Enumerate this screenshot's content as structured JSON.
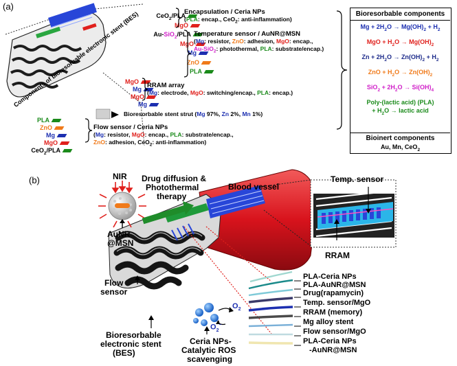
{
  "panel_a": {
    "tag": "(a)",
    "bes_caption": "Components of bioresorbable electronic stent (BES)",
    "stack_top": [
      {
        "parts": [
          {
            "t": "CeO",
            "c": "blk"
          },
          {
            "t": "2",
            "c": "blk",
            "sub": true
          },
          {
            "t": "/PLA",
            "c": "blk"
          }
        ],
        "chip": "#1a8a1a"
      },
      {
        "parts": [
          {
            "t": "MgO",
            "c": "red"
          }
        ],
        "chip": "#e0201c"
      },
      {
        "parts": [
          {
            "t": "Au-",
            "c": "blk"
          },
          {
            "t": "SiO",
            "c": "mag"
          },
          {
            "t": "2",
            "c": "mag",
            "sub": true
          },
          {
            "t": "/PLA",
            "c": "blk"
          }
        ],
        "chip": "#1a8a1a"
      },
      {
        "parts": [
          {
            "t": "MgO",
            "c": "red"
          }
        ],
        "chip": "#e0201c"
      },
      {
        "parts": [
          {
            "t": "Mg",
            "c": "blu"
          }
        ],
        "chip": "#1c2fb0"
      },
      {
        "parts": [
          {
            "t": "ZnO",
            "c": "org"
          }
        ],
        "chip": "#f07a1a"
      },
      {
        "parts": [
          {
            "t": "PLA",
            "c": "grn"
          }
        ],
        "chip": "#1a8a1a"
      }
    ],
    "stack_mid": [
      {
        "parts": [
          {
            "t": "MgO",
            "c": "red"
          }
        ],
        "chip": "#e0201c"
      },
      {
        "parts": [
          {
            "t": "Mg",
            "c": "blu"
          }
        ],
        "chip": "#1c2fb0"
      },
      {
        "parts": [
          {
            "t": "MgO",
            "c": "red"
          }
        ],
        "chip": "#e0201c"
      },
      {
        "parts": [
          {
            "t": "Mg",
            "c": "blu"
          }
        ],
        "chip": "#1c2fb0"
      }
    ],
    "stack_bottom": [
      {
        "parts": [
          {
            "t": "PLA",
            "c": "grn"
          }
        ],
        "chip": "#1a8a1a"
      },
      {
        "parts": [
          {
            "t": "ZnO",
            "c": "org"
          }
        ],
        "chip": "#f07a1a"
      },
      {
        "parts": [
          {
            "t": "Mg",
            "c": "blu"
          }
        ],
        "chip": "#1c2fb0"
      },
      {
        "parts": [
          {
            "t": "MgO",
            "c": "red"
          }
        ],
        "chip": "#e0201c"
      },
      {
        "parts": [
          {
            "t": "CeO",
            "c": "blk"
          },
          {
            "t": "2",
            "c": "blk",
            "sub": true
          },
          {
            "t": "/PLA",
            "c": "blk"
          }
        ],
        "chip": "#1a8a1a"
      }
    ],
    "groups": [
      {
        "title": "Encapsulation / Ceria NPs",
        "desc": [
          [
            {
              "t": "(",
              "c": "blk"
            },
            {
              "t": "PLA",
              "c": "grn"
            },
            {
              "t": ": encap., CeO",
              "c": "blk"
            },
            {
              "t": "2",
              "c": "blk",
              "sub": true
            },
            {
              "t": ": anti-inflammation)",
              "c": "blk"
            }
          ]
        ]
      },
      {
        "title": "Temperature sensor / AuNR@MSN",
        "desc": [
          [
            {
              "t": "(",
              "c": "blk"
            },
            {
              "t": "Mg",
              "c": "blu"
            },
            {
              "t": ": resistor, ",
              "c": "blk"
            },
            {
              "t": "ZnO",
              "c": "org"
            },
            {
              "t": ": adhesion, ",
              "c": "blk"
            },
            {
              "t": "MgO",
              "c": "red"
            },
            {
              "t": ": encap.,",
              "c": "blk"
            }
          ],
          [
            {
              "t": "Au-SiO",
              "c": "mag"
            },
            {
              "t": "2",
              "c": "mag",
              "sub": true
            },
            {
              "t": ": photothermal, ",
              "c": "blk"
            },
            {
              "t": "PLA",
              "c": "grn"
            },
            {
              "t": ": substrate/encap.)",
              "c": "blk"
            }
          ]
        ]
      },
      {
        "title": "RRAM array",
        "desc": [
          [
            {
              "t": "(",
              "c": "blk"
            },
            {
              "t": "Mg",
              "c": "blu"
            },
            {
              "t": ": electrode, ",
              "c": "blk"
            },
            {
              "t": "MgO",
              "c": "red"
            },
            {
              "t": ": switching/encap., ",
              "c": "blk"
            },
            {
              "t": "PLA",
              "c": "grn"
            },
            {
              "t": ": encap.)",
              "c": "blk"
            }
          ]
        ]
      },
      {
        "title": "Bioresorbable stent strut",
        "desc": [
          [
            {
              "t": "Bioresorbable stent strut (",
              "c": "blk"
            },
            {
              "t": "Mg",
              "c": "blu"
            },
            {
              "t": " 97%, ",
              "c": "blk"
            },
            {
              "t": "Zn",
              "c": "blu"
            },
            {
              "t": " 2%, ",
              "c": "blk"
            },
            {
              "t": "Mn",
              "c": "blu"
            },
            {
              "t": " 1%)",
              "c": "blk"
            }
          ]
        ]
      },
      {
        "title": "Flow sensor / Ceria NPs",
        "desc": [
          [
            {
              "t": "(",
              "c": "blk"
            },
            {
              "t": "Mg",
              "c": "blu"
            },
            {
              "t": ": resistor, ",
              "c": "blk"
            },
            {
              "t": "MgO",
              "c": "red"
            },
            {
              "t": ": encap., ",
              "c": "blk"
            },
            {
              "t": "PLA",
              "c": "grn"
            },
            {
              "t": ": substrate/encap.,",
              "c": "blk"
            }
          ],
          [
            {
              "t": "ZnO",
              "c": "org"
            },
            {
              "t": ": adhesion, CeO",
              "c": "blk"
            },
            {
              "t": "2",
              "c": "blk",
              "sub": true
            },
            {
              "t": ": anti-inflammation)",
              "c": "blk"
            }
          ]
        ]
      }
    ],
    "bioresorbable_title": "Bioresorbable components",
    "equations": [
      {
        "c": "blu",
        "parts": [
          {
            "t": "Mg + 2H"
          },
          {
            "t": "2",
            "sub": true
          },
          {
            "t": "O → Mg(OH)"
          },
          {
            "t": "2",
            "sub": true
          },
          {
            "t": " + H"
          },
          {
            "t": "2",
            "sub": true
          }
        ]
      },
      {
        "c": "red",
        "parts": [
          {
            "t": "MgO + H"
          },
          {
            "t": "2",
            "sub": true
          },
          {
            "t": "O → Mg(OH)"
          },
          {
            "t": "2",
            "sub": true
          }
        ]
      },
      {
        "c": "nav",
        "parts": [
          {
            "t": "Zn + 2H"
          },
          {
            "t": "2",
            "sub": true
          },
          {
            "t": "O → Zn(OH)"
          },
          {
            "t": "2",
            "sub": true
          },
          {
            "t": " + H"
          },
          {
            "t": "2",
            "sub": true
          }
        ]
      },
      {
        "c": "org",
        "parts": [
          {
            "t": "ZnO + H"
          },
          {
            "t": "2",
            "sub": true
          },
          {
            "t": "O → Zn(OH)"
          },
          {
            "t": "2",
            "sub": true
          }
        ]
      },
      {
        "c": "mag",
        "parts": [
          {
            "t": "SiO"
          },
          {
            "t": "2",
            "sub": true
          },
          {
            "t": " + 2H"
          },
          {
            "t": "2",
            "sub": true
          },
          {
            "t": "O → Si(OH)"
          },
          {
            "t": "4",
            "sub": true
          }
        ]
      },
      {
        "c": "grn",
        "parts": [
          {
            "t": "Poly-(lactic acid) (PLA)"
          }
        ]
      },
      {
        "c": "grn",
        "parts": [
          {
            "t": "+ H"
          },
          {
            "t": "2",
            "sub": true
          },
          {
            "t": "O → lactic acid"
          }
        ]
      }
    ],
    "bioinert_title": "Bioinert components",
    "bioinert_items": [
      {
        "t": "Au, Mn, CeO"
      },
      {
        "t": "2",
        "sub": true
      }
    ]
  },
  "panel_b": {
    "tag": "(b)",
    "nir": "NIR",
    "drug_diffusion": [
      "Drug diffusion &",
      "Photothermal",
      "therapy"
    ],
    "blood_vessel": "Blood vessel",
    "temp_sensor": "Temp. sensor",
    "rram": "RRAM",
    "aunr": [
      "AuNR",
      "@MSN"
    ],
    "flow_sensor": [
      "Flow",
      "sensor"
    ],
    "bes": [
      "Bioresorbable",
      "electronic stent",
      "(BES)"
    ],
    "ceria": [
      "Ceria NPs-",
      "Catalytic ROS",
      "scavenging"
    ],
    "o2": "O",
    "o2_sup": "2",
    "o2_minus": "−",
    "layers": [
      "PLA-Ceria NPs",
      "PLA-AuNR@MSN",
      "Drug(rapamycin)",
      "Temp. sensor/MgO",
      "RRAM (memory)",
      "Mg alloy stent",
      "Flow sensor/MgO",
      "PLA-Ceria NPs",
      "-AuNR@MSN"
    ],
    "colors": {
      "vessel": "#d8131c",
      "green_arrow": "#1f8c2a",
      "stent": "#1a1a1a",
      "blue_device": "#3050e0"
    }
  }
}
